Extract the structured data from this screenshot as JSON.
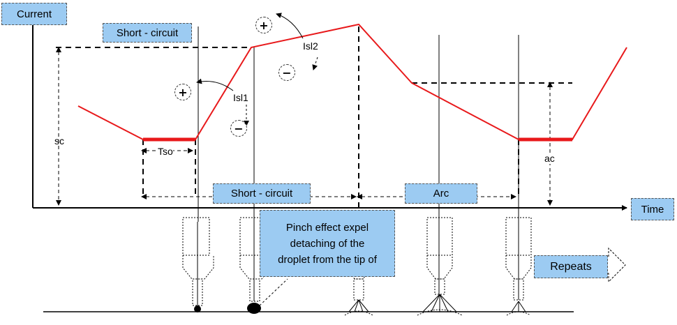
{
  "labels": {
    "current": "Current",
    "time": "Time",
    "short_circuit_top": "Short - circuit",
    "short_circuit_mid": "Short - circuit",
    "arc": "Arc",
    "repeats": "Repeats",
    "pinch_line1": "Pinch effect expel",
    "pinch_line2": "detaching of the",
    "pinch_line3": "droplet from the tip of",
    "isl1": "Isl1",
    "isl2": "Isl2",
    "sc": "sc",
    "tso": "Tso",
    "ac": "ac",
    "plus": "+",
    "minus": "−"
  },
  "colors": {
    "current_trace": "#e8191b",
    "label_box": "#9ccbf2",
    "axis": "#000000"
  }
}
